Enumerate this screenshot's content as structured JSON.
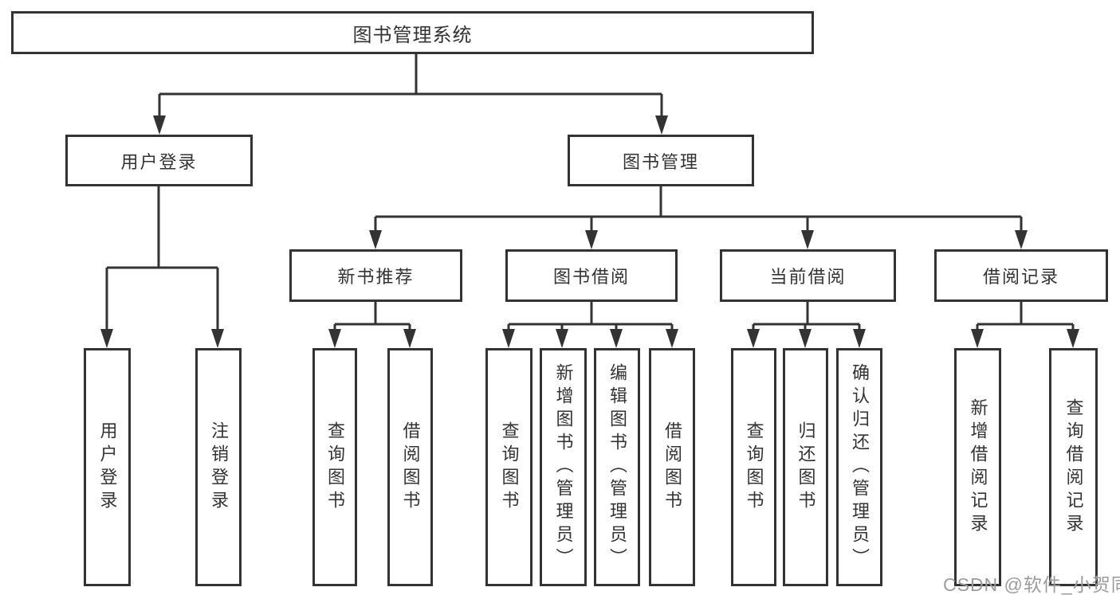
{
  "diagram": {
    "root": {
      "label": "图书管理系统"
    },
    "level1": [
      {
        "label": "用户登录"
      },
      {
        "label": "图书管理"
      }
    ],
    "level2": [
      {
        "label": "新书推荐"
      },
      {
        "label": "图书借阅"
      },
      {
        "label": "当前借阅"
      },
      {
        "label": "借阅记录"
      }
    ],
    "leaves": {
      "user_login": [
        {
          "label": "用户登录"
        },
        {
          "label": "注销登录"
        }
      ],
      "new_books": [
        {
          "label": "查询图书"
        },
        {
          "label": "借阅图书"
        }
      ],
      "book_borrow": [
        {
          "label": "查询图书"
        },
        {
          "label": "新增图书（管理员）"
        },
        {
          "label": "编辑图书（管理员）"
        },
        {
          "label": "借阅图书"
        }
      ],
      "current_borrow": [
        {
          "label": "查询图书"
        },
        {
          "label": "归还图书"
        },
        {
          "label": "确认归还（管理员）"
        }
      ],
      "borrow_records": [
        {
          "label": "新增借阅记录"
        },
        {
          "label": "查询借阅记录"
        }
      ]
    }
  },
  "watermark": {
    "text": "CSDN @软件_小贺同学"
  },
  "colors": {
    "line": "#333333",
    "text": "#333333",
    "box_background": "#ffffff",
    "watermark": "#9c9c9c",
    "page_background": "#ffffff"
  }
}
